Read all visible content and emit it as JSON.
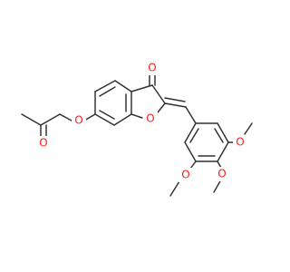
{
  "molecule": {
    "atoms": {
      "carbonyl_O": {
        "symbol": "O",
        "color": "#ff1a1a"
      },
      "furan_O": {
        "symbol": "O",
        "color": "#ff1a1a"
      },
      "ether_O": {
        "symbol": "O",
        "color": "#ff1a1a"
      },
      "ketone_O": {
        "symbol": "O",
        "color": "#ff1a1a"
      },
      "methoxy_top_O": {
        "symbol": "O",
        "color": "#ff1a1a"
      },
      "methoxy_mid_O": {
        "symbol": "O",
        "color": "#ff1a1a"
      },
      "methoxy_low_O": {
        "symbol": "O",
        "color": "#ff1a1a"
      }
    },
    "bond_color": "#303030"
  }
}
